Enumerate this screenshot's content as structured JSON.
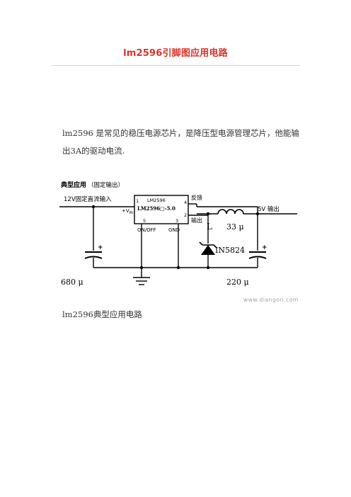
{
  "document": {
    "title": "lm2596引脚图应用电路",
    "intro_text": "lm2596 是常见的稳压电源芯片，是降压型电源管理芯片，他能输出3A的驱动电流.",
    "caption": "lm2596典型应用电路"
  },
  "circuit": {
    "heading": "典型应用",
    "heading_note": "（固定输出）",
    "input_label": "12V固定直流输入",
    "vin_label": "+V",
    "vin_sub": "IN",
    "chip_top_label": "LM2596",
    "chip_label": "LM2596□-5.0",
    "pin1": "1",
    "pin2": "2",
    "pin3": "3",
    "pin4": "4",
    "pin5": "5",
    "feedback_label": "反馈",
    "output_pin_label": "输出",
    "onoff_label": "ON/OFF",
    "gnd_label": "GND",
    "inductor_letter": "L",
    "inductor_value": "33 μ",
    "diode_label": "IN5824",
    "output_label": "5V 输出",
    "cap_in_value": "680 μ",
    "cap_out_value": "220 μ",
    "plus_sign": "+",
    "watermark": "www.diangon.com"
  },
  "colors": {
    "title": "#d9342b",
    "body_text": "#333333",
    "wire": "#000000",
    "watermark": "#9aa4ad"
  }
}
